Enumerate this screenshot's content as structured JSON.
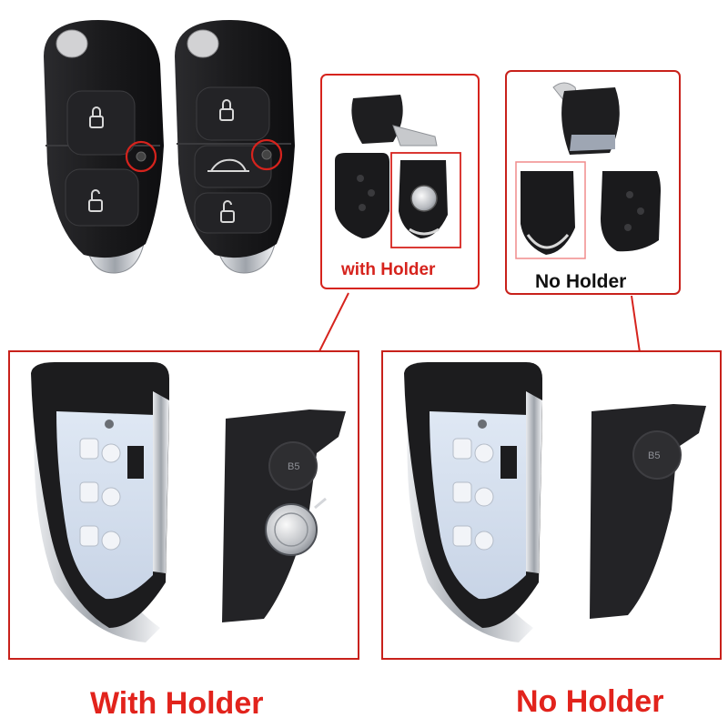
{
  "captions": {
    "with_holder_small": "with Holder",
    "no_holder_small": "No Holder",
    "with_holder_big": "With Holder",
    "no_holder_big": "No Holder"
  },
  "battery_marking": "B5",
  "colors": {
    "accent_red": "#d6231d",
    "caption_red": "#e2231c",
    "key_black": "#1c1c1e",
    "chrome": "#c9ccd1",
    "background": "#ffffff",
    "panel_bg": "#ececec"
  },
  "icons": [
    "lock-icon",
    "unlock-icon",
    "trunk-icon",
    "arrow-icon"
  ]
}
